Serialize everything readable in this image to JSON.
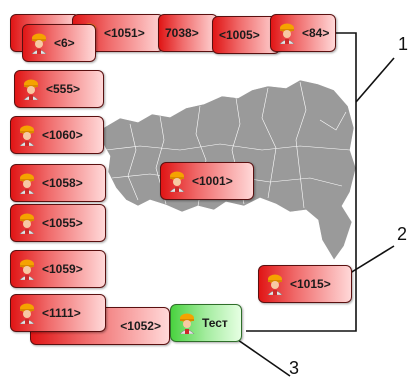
{
  "colors": {
    "alert": "#e01515",
    "ok": "#49d23f",
    "map": "#9a9a9a",
    "line": "#111111"
  },
  "icons": {
    "worker": "worker-helmet-icon"
  },
  "tiles": [
    {
      "label": "<1051>",
      "status": "alert"
    },
    {
      "label": "7038>",
      "status": "alert"
    },
    {
      "label": "<1005>",
      "status": "alert"
    },
    {
      "label": "<84>",
      "status": "alert"
    },
    {
      "label": "<6>",
      "status": "alert"
    },
    {
      "label": "<555>",
      "status": "alert"
    },
    {
      "label": "<1060>",
      "status": "alert"
    },
    {
      "label": "<1001>",
      "status": "alert"
    },
    {
      "label": "<1058>",
      "status": "alert"
    },
    {
      "label": "<1055>",
      "status": "alert"
    },
    {
      "label": "<1059>",
      "status": "alert"
    },
    {
      "label": "<1015>",
      "status": "alert"
    },
    {
      "label": "<1052>",
      "status": "alert"
    },
    {
      "label": "<1111>",
      "status": "alert"
    },
    {
      "label": "Тест",
      "status": "ok"
    }
  ],
  "callouts": [
    "1",
    "2",
    "3"
  ]
}
